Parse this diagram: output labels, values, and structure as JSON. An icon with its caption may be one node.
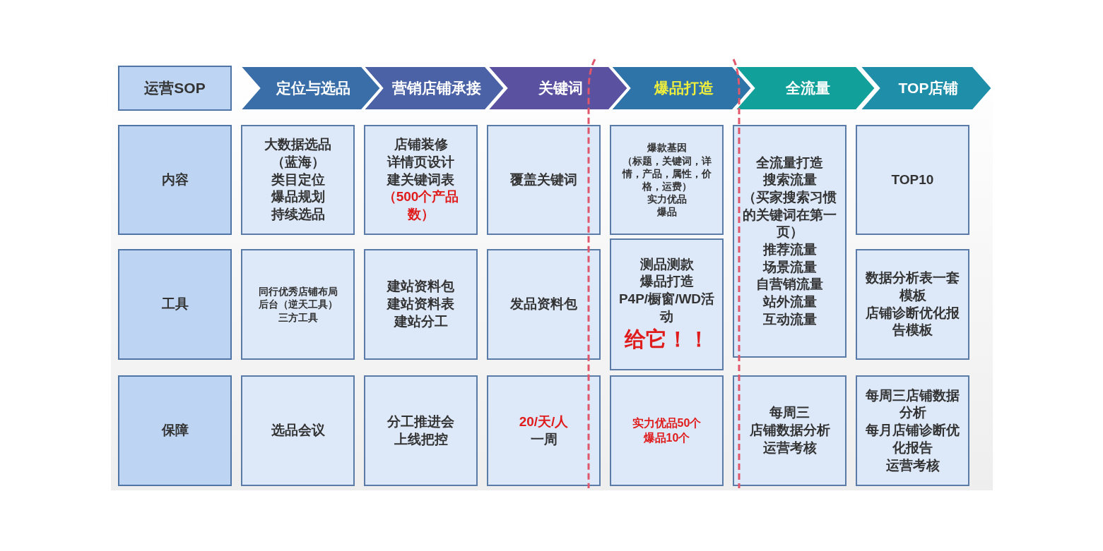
{
  "diagram": {
    "nodes": [
      {
        "text": [
          "运营SOP"
        ]
      },
      {
        "text": [
          "定位与选品"
        ]
      },
      {
        "text": [
          "营销店铺承接"
        ]
      },
      {
        "text": [
          "关键词"
        ]
      },
      {
        "text": [
          "爆品打造"
        ]
      },
      {
        "text": [
          "全流量"
        ]
      },
      {
        "text": [
          "TOP店铺"
        ]
      },
      {
        "text": [
          "内容"
        ]
      },
      {
        "text": [
          "大数据选品",
          "（蓝海）",
          "类目定位",
          "爆品规划",
          "持续选品"
        ]
      },
      {
        "text": [
          "店铺装修",
          "详情页设计",
          "建关键词表",
          "（500个产品数）"
        ]
      },
      {
        "text": [
          "覆盖关键词"
        ]
      },
      {
        "text": [
          "爆款基因",
          "（标题，关键词，详情，产品，属性，价格，运费）",
          "实力优品",
          "爆品"
        ]
      },
      {
        "text": [
          "全流量打造",
          "搜索流量",
          "（买家搜索习惯的关键词在第一页）",
          "推荐流量",
          "场景流量",
          "自营销流量",
          "站外流量",
          "互动流量"
        ]
      },
      {
        "text": [
          "TOP10"
        ]
      },
      {
        "text": [
          "工具"
        ]
      },
      {
        "text": [
          "同行优秀店铺布局",
          "后台（逆天工具）",
          "三方工具"
        ]
      },
      {
        "text": [
          "建站资料包",
          "建站资料表",
          "建站分工"
        ]
      },
      {
        "text": [
          "发品资料包"
        ]
      },
      {
        "text": [
          "测品测款",
          "爆品打造",
          "P4P/橱窗/WD活动",
          "给它！！"
        ]
      },
      {
        "text": [
          "数据分析表一套模板",
          "店铺诊断优化报告模板"
        ]
      },
      {
        "text": [
          "保障"
        ]
      },
      {
        "text": [
          "选品会议"
        ]
      },
      {
        "text": [
          "分工推进会",
          "上线把控"
        ]
      },
      {
        "text": [
          "20/天/人",
          "一周"
        ]
      },
      {
        "text": [
          "实力优品50个",
          "爆品10个"
        ]
      },
      {
        "text": [
          "每周三",
          "店铺数据分析",
          "运营考核"
        ]
      },
      {
        "text": [
          "每周三店铺数据分析",
          "每月店铺诊断优化报告",
          "运营考核"
        ]
      }
    ]
  }
}
